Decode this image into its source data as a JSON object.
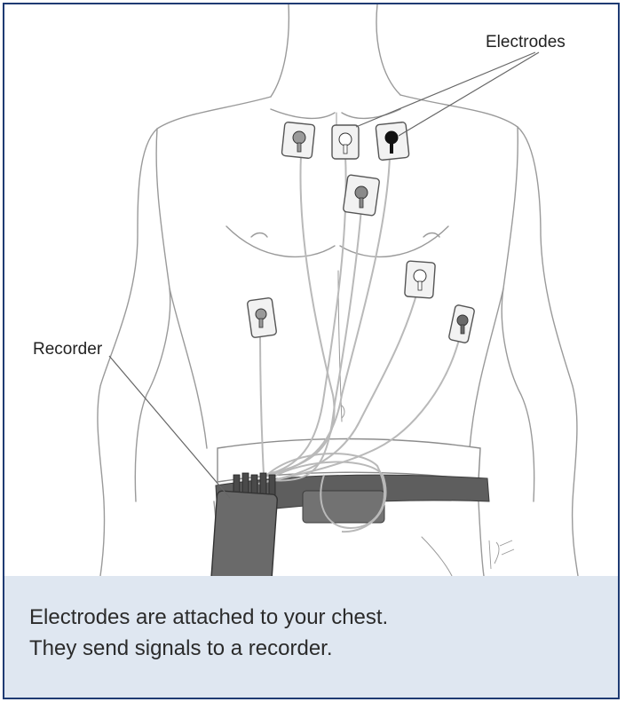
{
  "labels": {
    "electrodes": "Electrodes",
    "recorder": "Recorder"
  },
  "caption": {
    "line1": "Electrodes are attached to your chest.",
    "line2": "They send signals to a recorder."
  },
  "colors": {
    "frame_border": "#1f3b73",
    "caption_background": "#dfe7f1",
    "outline": "#9a9a9a",
    "lead_wire": "#b9b9b9",
    "belt": "#5e5e5e",
    "recorder": "#6a6a6a"
  }
}
